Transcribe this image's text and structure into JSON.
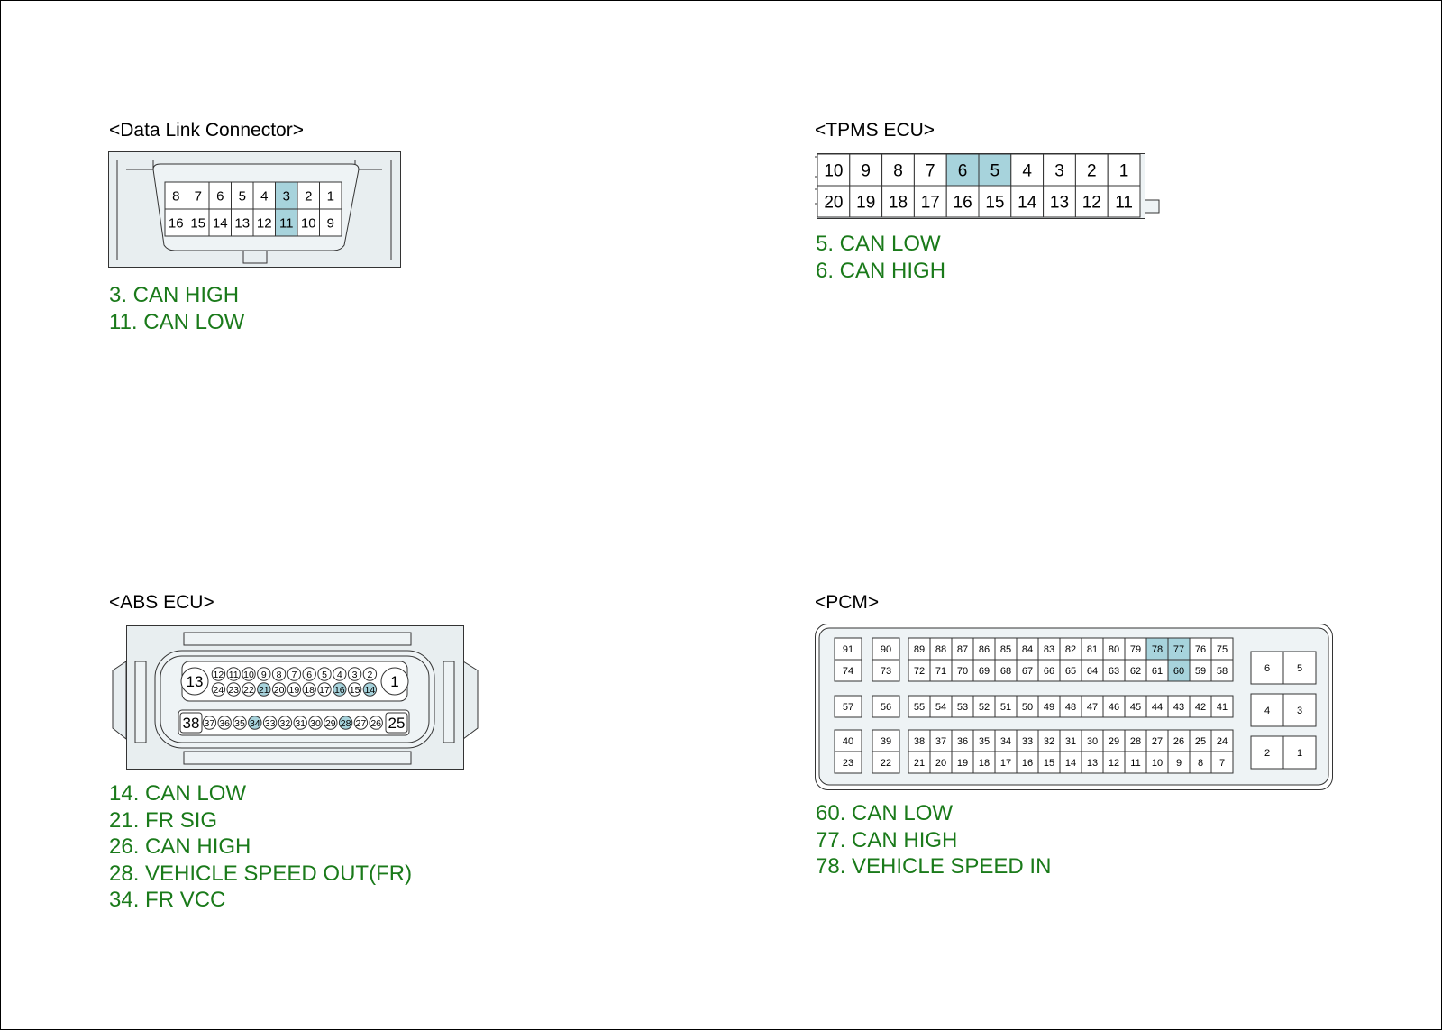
{
  "colors": {
    "highlight": "#a7d3dc",
    "body": "#e8eef0",
    "face": "#eef3f5",
    "legend": "#1a7a1a"
  },
  "dlc": {
    "title": "<Data Link Connector>",
    "rows": [
      [
        "8",
        "7",
        "6",
        "5",
        "4",
        "3",
        "2",
        "1"
      ],
      [
        "16",
        "15",
        "14",
        "13",
        "12",
        "11",
        "10",
        "9"
      ]
    ],
    "highlight": [
      "3",
      "11"
    ],
    "legend": [
      "3. CAN HIGH",
      "11. CAN LOW"
    ]
  },
  "tpms": {
    "title": "<TPMS ECU>",
    "rows": [
      [
        "10",
        "9",
        "8",
        "7",
        "6",
        "5",
        "4",
        "3",
        "2",
        "1"
      ],
      [
        "20",
        "19",
        "18",
        "17",
        "16",
        "15",
        "14",
        "13",
        "12",
        "11"
      ]
    ],
    "highlight": [
      "6",
      "5"
    ],
    "legend": [
      "5. CAN LOW",
      "6. CAN HIGH"
    ]
  },
  "abs": {
    "title": "<ABS ECU>",
    "big": {
      "top_left": "13",
      "top_right": "1",
      "bottom_left": "38",
      "bottom_right": "25"
    },
    "top_row1": [
      "12",
      "11",
      "10",
      "9",
      "8",
      "7",
      "6",
      "5",
      "4",
      "3",
      "2"
    ],
    "top_row2": [
      "24",
      "23",
      "22",
      "21",
      "20",
      "19",
      "18",
      "17",
      "16",
      "15",
      "14"
    ],
    "bottom_row": [
      "37",
      "36",
      "35",
      "34",
      "33",
      "32",
      "31",
      "30",
      "29",
      "28",
      "27",
      "26"
    ],
    "highlight": [
      "21",
      "16",
      "14",
      "34",
      "28"
    ],
    "legend": [
      "14. CAN LOW",
      "21. FR SIG",
      "26. CAN HIGH",
      "28. VEHICLE SPEED OUT(FR)",
      "34. FR VCC"
    ]
  },
  "pcm": {
    "title": "<PCM>",
    "left_blocks": [
      {
        "col1": [
          "91",
          "74"
        ],
        "col2": [
          "90",
          "73"
        ]
      },
      {
        "col1": [
          "57"
        ],
        "col2": [
          "56"
        ]
      },
      {
        "col1": [
          "40",
          "23"
        ],
        "col2": [
          "39",
          "22"
        ]
      }
    ],
    "grid_top": [
      [
        "89",
        "88",
        "87",
        "86",
        "85",
        "84",
        "83",
        "82",
        "81",
        "80",
        "79",
        "78",
        "77",
        "76",
        "75"
      ],
      [
        "72",
        "71",
        "70",
        "69",
        "68",
        "67",
        "66",
        "65",
        "64",
        "63",
        "62",
        "61",
        "60",
        "59",
        "58"
      ]
    ],
    "grid_mid": [
      [
        "55",
        "54",
        "53",
        "52",
        "51",
        "50",
        "49",
        "48",
        "47",
        "46",
        "45",
        "44",
        "43",
        "42",
        "41"
      ]
    ],
    "grid_bot": [
      [
        "38",
        "37",
        "36",
        "35",
        "34",
        "33",
        "32",
        "31",
        "30",
        "29",
        "28",
        "27",
        "26",
        "25",
        "24"
      ],
      [
        "21",
        "20",
        "19",
        "18",
        "17",
        "16",
        "15",
        "14",
        "13",
        "12",
        "11",
        "10",
        "9",
        "8",
        "7"
      ]
    ],
    "right_blocks": [
      [
        "6",
        "5"
      ],
      [
        "4",
        "3"
      ],
      [
        "2",
        "1"
      ]
    ],
    "highlight": [
      "78",
      "77",
      "60"
    ],
    "legend": [
      "60. CAN LOW",
      "77. CAN HIGH",
      "78. VEHICLE SPEED IN"
    ]
  }
}
